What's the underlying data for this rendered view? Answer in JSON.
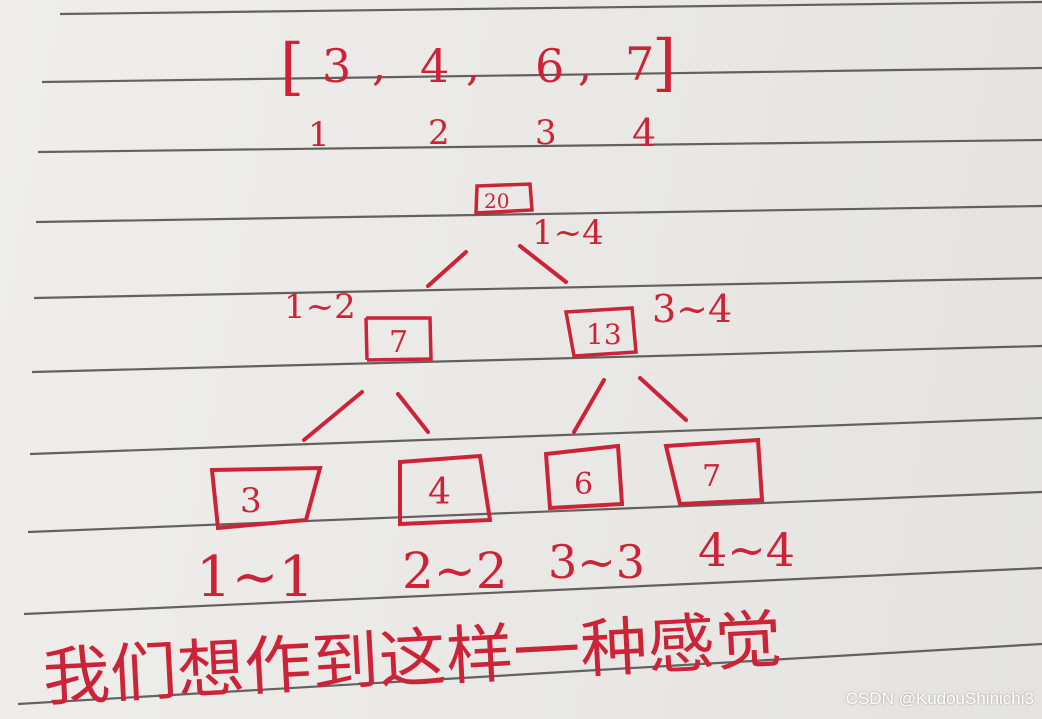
{
  "array": {
    "open_bracket": "[",
    "close_bracket": "]",
    "values": [
      "3",
      "4",
      "6",
      "7"
    ],
    "separators": [
      ",",
      ",",
      ","
    ],
    "indices": [
      "1",
      "2",
      "3",
      "4"
    ]
  },
  "tree": {
    "root": {
      "value": "20",
      "range": "1~4"
    },
    "left": {
      "value": "7",
      "range": "1~2"
    },
    "right": {
      "value": "13",
      "range": "3~4"
    },
    "leaves": [
      {
        "value": "3",
        "range": "1~1"
      },
      {
        "value": "4",
        "range": "2~2"
      },
      {
        "value": "6",
        "range": "3~3"
      },
      {
        "value": "7",
        "range": "4~4"
      }
    ]
  },
  "caption": "我们想作到这样一种感觉",
  "watermark": "CSDN @KudouShinichi3",
  "ink_color": "#cc2338"
}
